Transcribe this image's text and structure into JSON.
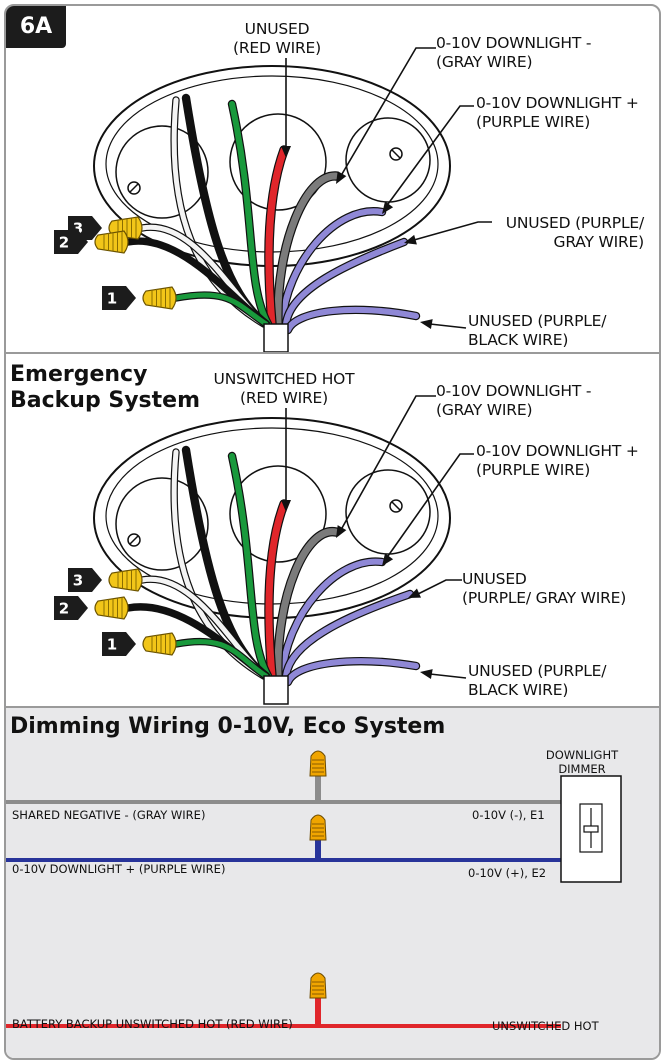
{
  "figure_id": "6A",
  "panel_top": {
    "label_red": [
      "UNUSED",
      "(RED WIRE)"
    ],
    "label_gray": [
      "0-10V DOWNLIGHT -",
      "(GRAY WIRE)"
    ],
    "label_purple": [
      "0-10V DOWNLIGHT +",
      "(PURPLE WIRE)"
    ],
    "label_pg": [
      "UNUSED (PURPLE/",
      "GRAY WIRE)"
    ],
    "label_pb": [
      "UNUSED (PURPLE/",
      "BLACK WIRE)"
    ],
    "connectors": [
      "3",
      "2",
      "1"
    ]
  },
  "panel_emergency": {
    "title": [
      "Emergency",
      "Backup System"
    ],
    "label_red": [
      "UNSWITCHED HOT",
      "(RED WIRE)"
    ],
    "label_gray": [
      "0-10V DOWNLIGHT -",
      "(GRAY WIRE)"
    ],
    "label_purple": [
      "0-10V DOWNLIGHT +",
      "(PURPLE WIRE)"
    ],
    "label_pg": [
      "UNUSED",
      "(PURPLE/ GRAY WIRE)"
    ],
    "label_pb": [
      "UNUSED (PURPLE/",
      "BLACK WIRE)"
    ],
    "connectors": [
      "3",
      "2",
      "1"
    ]
  },
  "panel_dimming": {
    "title": "Dimming Wiring 0-10V, Eco System",
    "dimmer_label": [
      "DOWNLIGHT",
      "DIMMER"
    ],
    "line_gray_label": "SHARED NEGATIVE - (GRAY WIRE)",
    "line_gray_terminal": "0-10V (-), E1",
    "line_purple_label": "0-10V DOWNLIGHT + (PURPLE WIRE)",
    "line_purple_terminal": "0-10V (+), E2",
    "line_red_label": "BATTERY BACKUP UNSWITCHED HOT  (RED WIRE)",
    "line_red_terminal": "UNSWITCHED HOT",
    "colors": {
      "gray": "#8c8c8c",
      "purple": "#28349a",
      "red": "#e0262b",
      "connector": "#f0a500"
    }
  }
}
